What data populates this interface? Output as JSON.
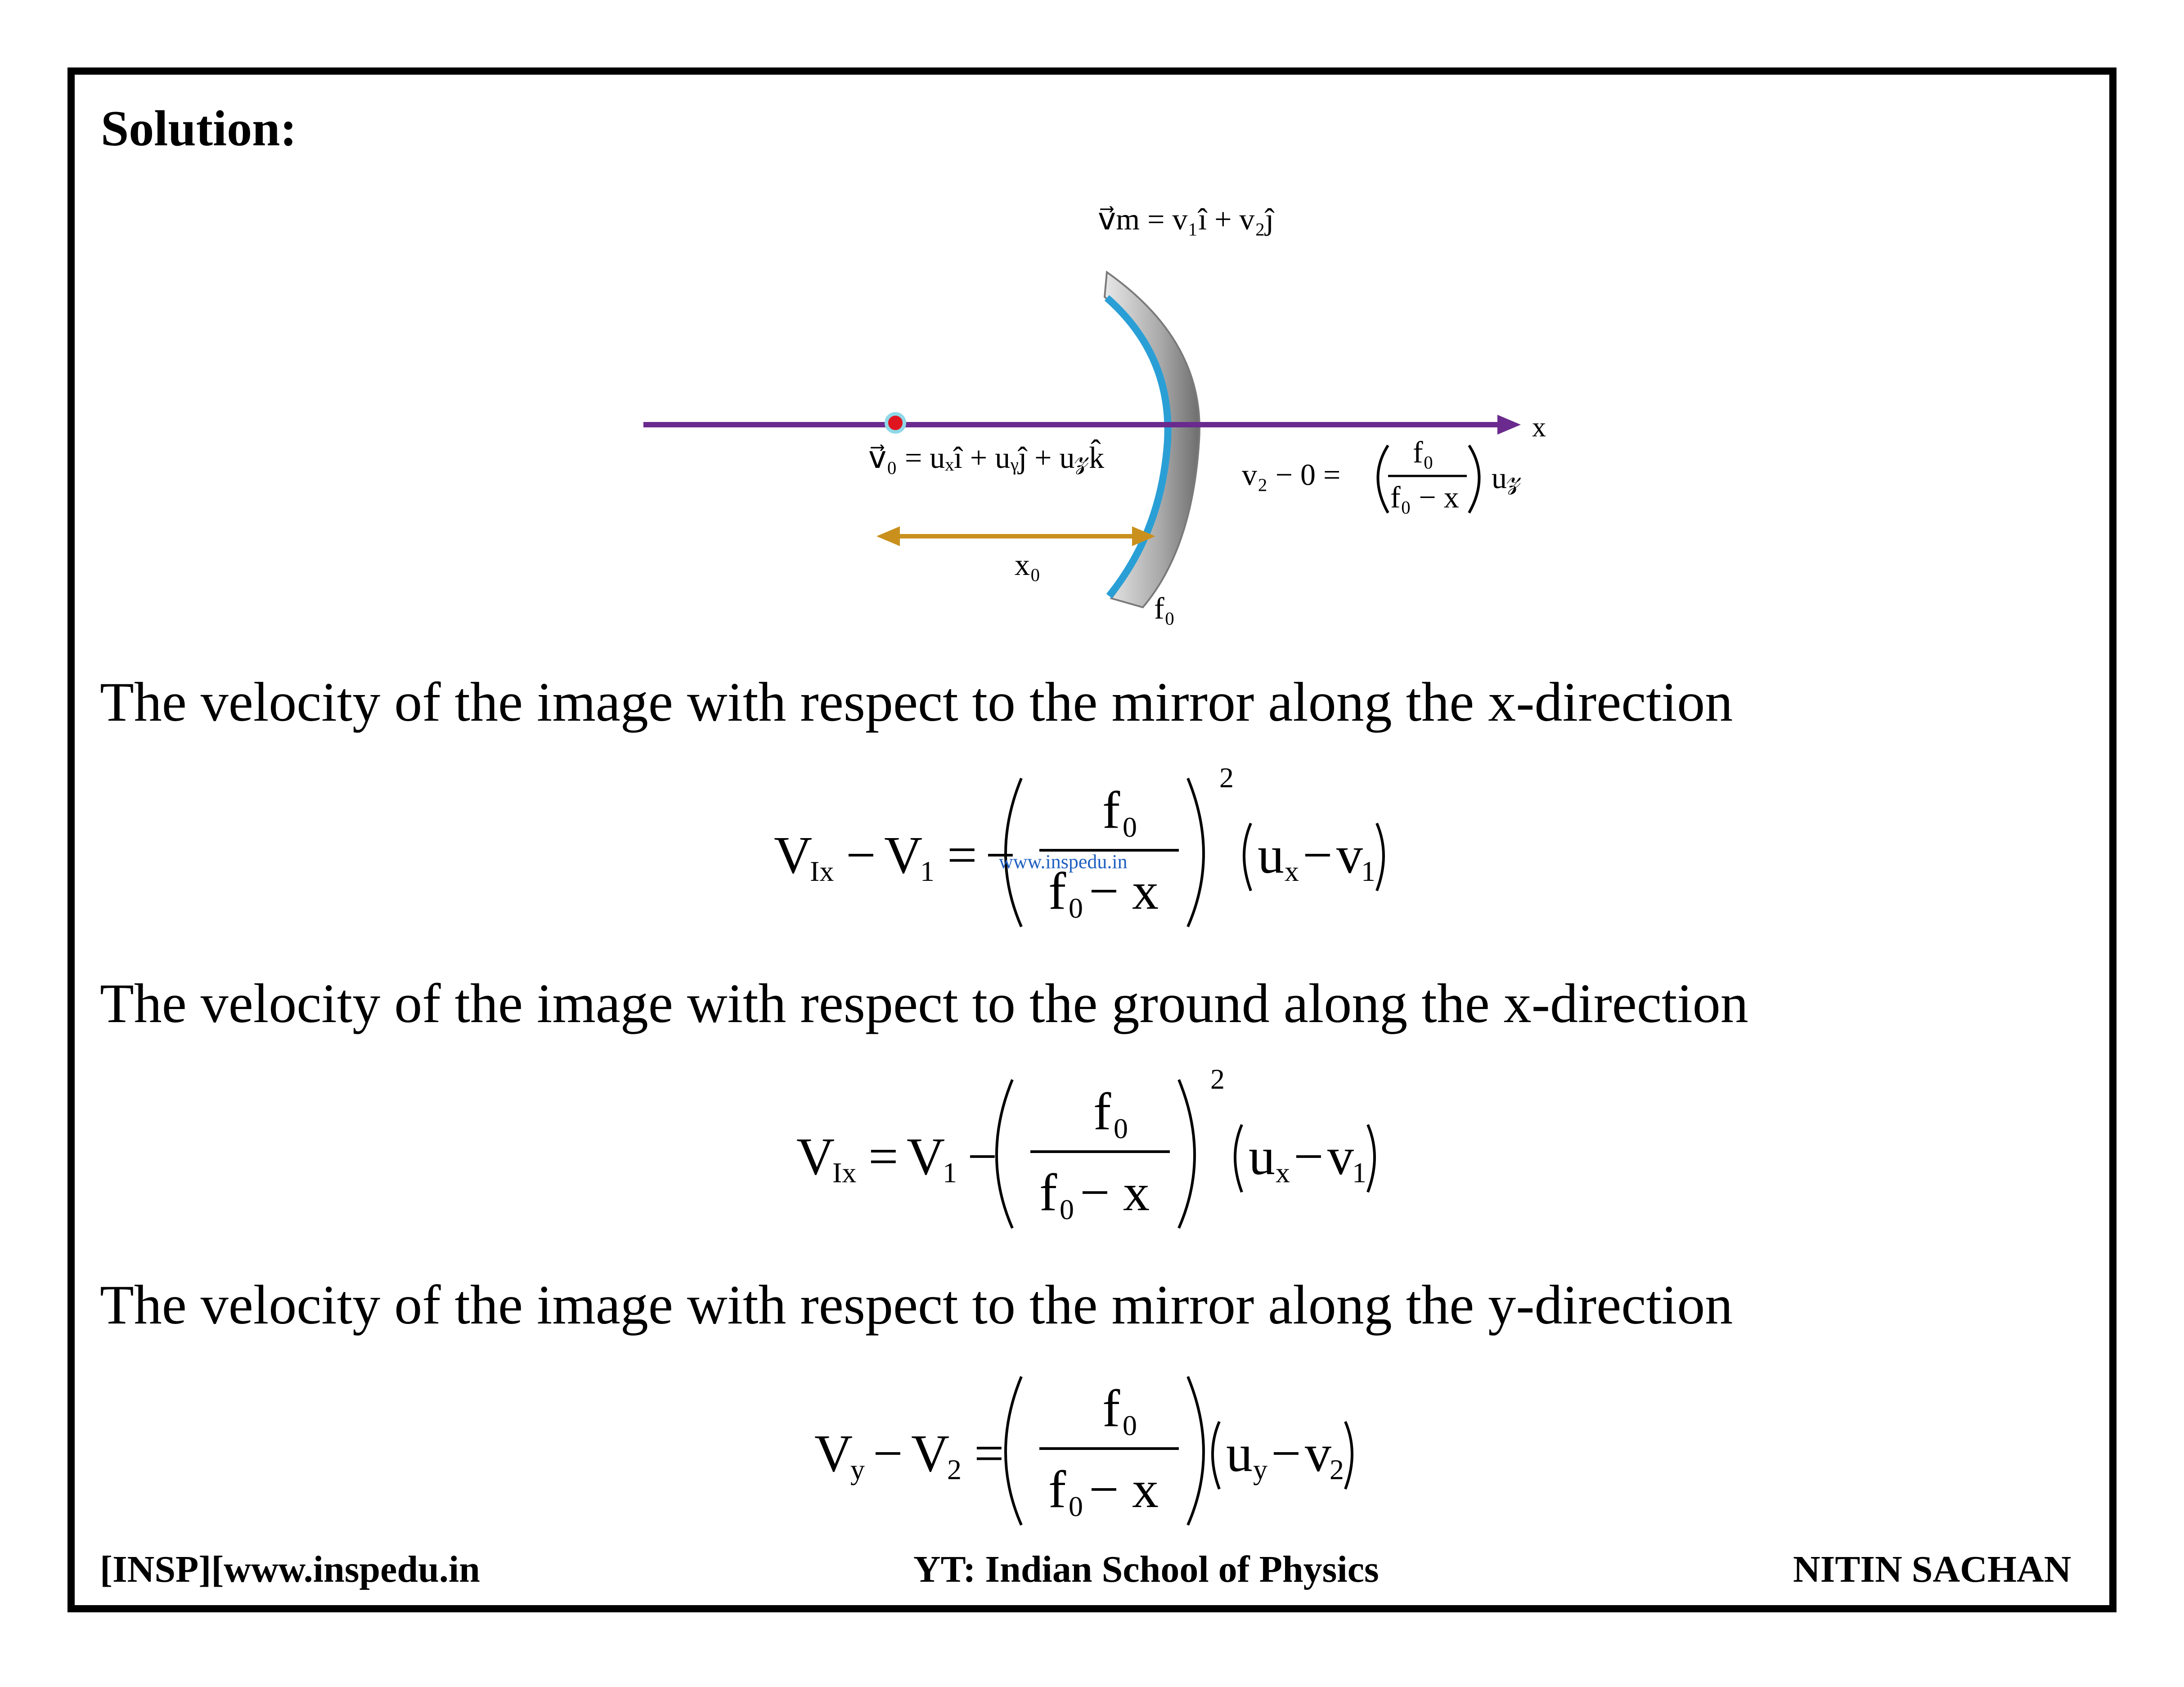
{
  "heading": "Solution:",
  "diagram": {
    "top_formula": "v⃗m = v₁î + v₂ĵ",
    "object_formula": "v⃗₀ = uₓî + uᵧĵ + u𝓏k̂",
    "axis_label": "x",
    "distance_label": "x₀",
    "focal_label": "f₀",
    "right_lhs": "v₂ − 0 =",
    "right_num": "f₀",
    "right_den": "f₀ − x",
    "right_tail": "u𝓏",
    "colors": {
      "axis": "#6a2a8e",
      "object": "#e0141e",
      "distance": "#c9901e",
      "mirror_coat": "#2a9fd6",
      "mirror_body": "#b0b0b0"
    }
  },
  "text": {
    "line1": "The velocity of the image with respect to the mirror along the x-direction",
    "line2": "The velocity of the image with respect to the ground along the x-direction",
    "line3": "The velocity of the image with respect to the mirror along the y-direction"
  },
  "eq1": {
    "v": "V",
    "sub_ix": "Ix",
    "minus": "−",
    "sub_1": "1",
    "eq": "=",
    "neg": "−",
    "f": "f",
    "sub_0": "0",
    "den_tail": "− x",
    "pow": "2",
    "u": "u",
    "sub_x": "x",
    "v_small": "v",
    "watermark": "www.inspedu.in"
  },
  "eq2": {
    "v": "V",
    "sub_ix": "Ix",
    "eq": "=",
    "sub_1": "1",
    "minus": "−",
    "f": "f",
    "sub_0": "0",
    "den_tail": "− x",
    "pow": "2",
    "u": "u",
    "sub_x": "x",
    "v_small": "v"
  },
  "eq3": {
    "v": "V",
    "sub_y": "y",
    "minus": "−",
    "sub_2": "2",
    "eq": "=",
    "f": "f",
    "sub_0": "0",
    "den_tail": "− x",
    "u": "u",
    "v_small": "v"
  },
  "footer": {
    "left": "[INSP][www.inspedu.in",
    "center": "YT: Indian School of Physics",
    "right": "NITIN SACHAN"
  }
}
